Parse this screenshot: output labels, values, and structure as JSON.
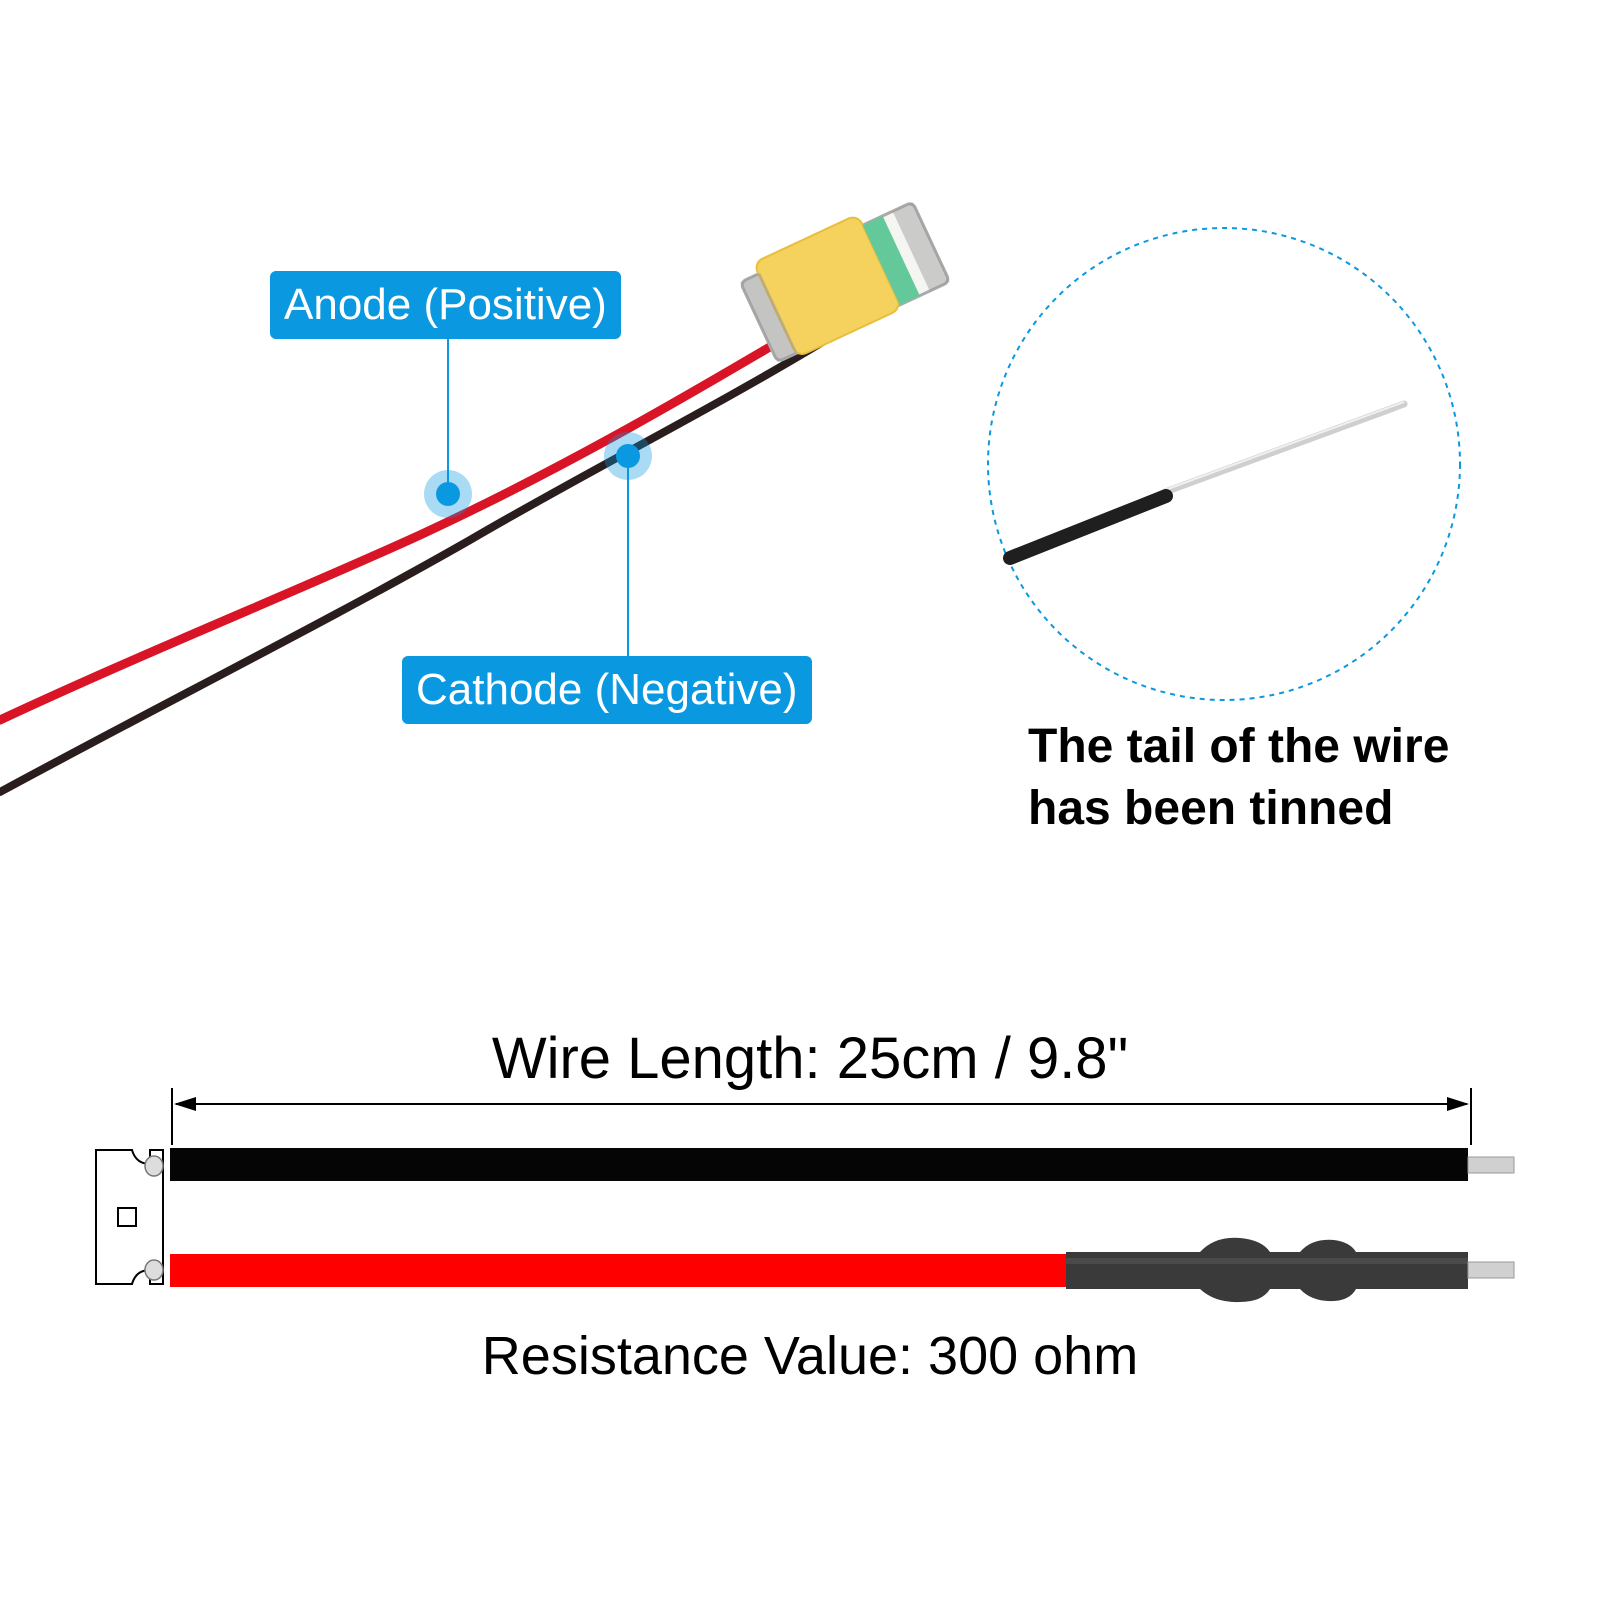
{
  "callouts": {
    "anode": "Anode (Positive)",
    "cathode": "Cathode (Negative)"
  },
  "detail": {
    "caption_line1": "The tail of the wire",
    "caption_line2": "has been tinned"
  },
  "dimensions": {
    "wire_length": "Wire Length: 25cm / 9.8\"",
    "resistance": "Resistance Value: 300 ohm"
  },
  "colors": {
    "callout": "#0a99e0",
    "red_wire": "#e01020",
    "black_wire": "#1a1a1a",
    "led_lens": "#f7d35a",
    "tinned_tip": "#d8d8d8"
  }
}
